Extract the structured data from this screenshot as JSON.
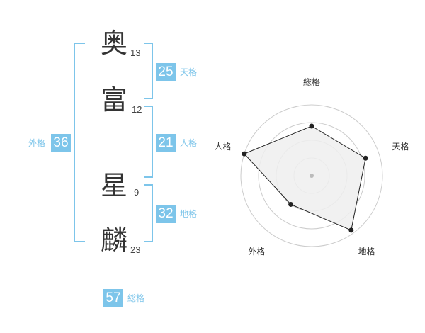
{
  "name": {
    "chars": [
      {
        "char": "奥",
        "strokes": "13"
      },
      {
        "char": "富",
        "strokes": "12"
      },
      {
        "char": "星",
        "strokes": "9"
      },
      {
        "char": "麟",
        "strokes": "23"
      }
    ]
  },
  "fortune": {
    "tenkaku": {
      "value": "25",
      "label": "天格"
    },
    "jinkaku": {
      "value": "21",
      "label": "人格"
    },
    "chikaku": {
      "value": "32",
      "label": "地格"
    },
    "gaikaku": {
      "value": "36",
      "label": "外格"
    },
    "soukaku": {
      "value": "57",
      "label": "総格"
    }
  },
  "chart_data": {
    "type": "radar",
    "axes": [
      "総格",
      "天格",
      "地格",
      "外格",
      "人格"
    ],
    "ring_count": 4,
    "series": [
      {
        "values": [
          0.7,
          0.8,
          0.95,
          0.5,
          1.0
        ]
      }
    ],
    "colors": {
      "fill": "#eeeeee",
      "line": "#222222",
      "grid": "#cccccc",
      "center": "#bbbbbb"
    }
  }
}
